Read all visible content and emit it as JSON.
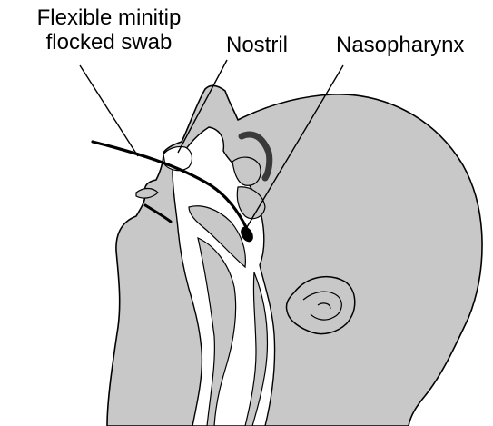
{
  "labels": {
    "swab_line1": "Flexible minitip",
    "swab_line2": "flocked swab",
    "nostril": "Nostril",
    "nasopharynx": "Nasopharynx"
  },
  "colors": {
    "skin_fill": "#c8c8c8",
    "airway_fill": "#ffffff",
    "outline": "#000000",
    "brow": "#3a3a3a",
    "swab": "#000000"
  }
}
